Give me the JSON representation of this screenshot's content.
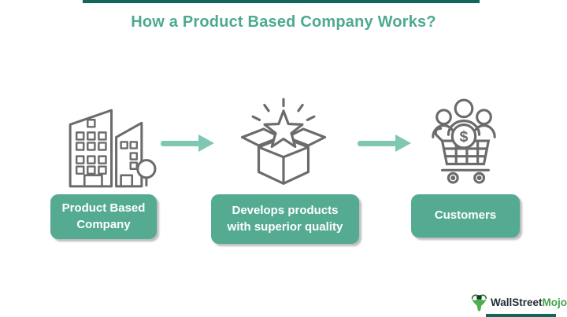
{
  "title": "How a Product Based Company Works?",
  "steps": [
    {
      "icon": "buildings-icon",
      "line1": "Product Based",
      "line2": "Company"
    },
    {
      "icon": "open-box-star-icon",
      "line1": "Develops products",
      "line2": "with superior quality"
    },
    {
      "icon": "customers-cart-icon",
      "line1": "Customers",
      "line2": ""
    }
  ],
  "coin_symbol": "$",
  "logo": {
    "wallstreet": "WallStreet",
    "mojo": "Mojo"
  },
  "colors": {
    "accent_bar": "#14655a",
    "title_text": "#4caa90",
    "step_box": "#54ab92",
    "arrow": "#7fc7b2",
    "icon_stroke": "#6b6b6b",
    "logo_dark": "#232b39",
    "logo_green": "#43a047"
  }
}
